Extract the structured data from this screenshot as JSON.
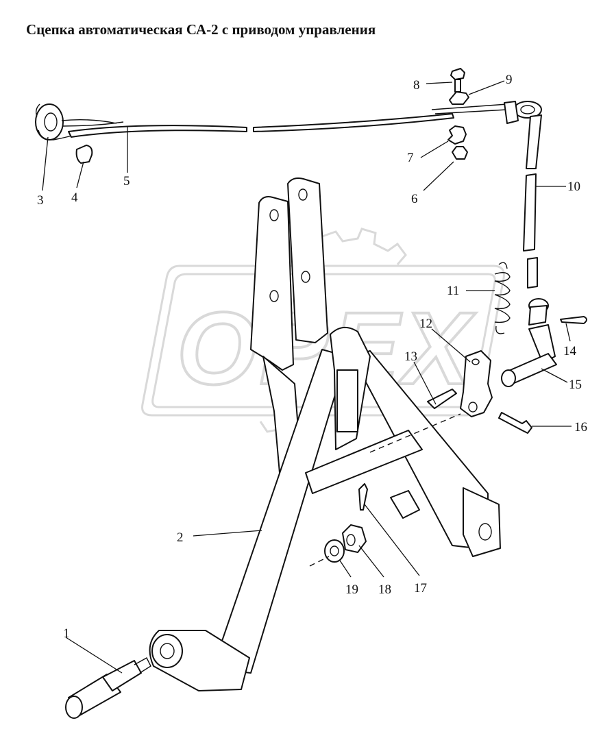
{
  "title": "Сцепка автоматическая СА-2 с приводом управления",
  "watermark": {
    "text": "OPEX",
    "color": "#d9d9d9"
  },
  "callouts": [
    {
      "id": "c1",
      "label": "1"
    },
    {
      "id": "c2",
      "label": "2"
    },
    {
      "id": "c3",
      "label": "3"
    },
    {
      "id": "c4",
      "label": "4"
    },
    {
      "id": "c5",
      "label": "5"
    },
    {
      "id": "c6",
      "label": "6"
    },
    {
      "id": "c7",
      "label": "7"
    },
    {
      "id": "c8",
      "label": "8"
    },
    {
      "id": "c9",
      "label": "9"
    },
    {
      "id": "c10",
      "label": "10"
    },
    {
      "id": "c11",
      "label": "11"
    },
    {
      "id": "c12",
      "label": "12"
    },
    {
      "id": "c13",
      "label": "13"
    },
    {
      "id": "c14",
      "label": "14"
    },
    {
      "id": "c15",
      "label": "15"
    },
    {
      "id": "c16",
      "label": "16"
    },
    {
      "id": "c17",
      "label": "17"
    },
    {
      "id": "c18",
      "label": "18"
    },
    {
      "id": "c19",
      "label": "19"
    }
  ]
}
